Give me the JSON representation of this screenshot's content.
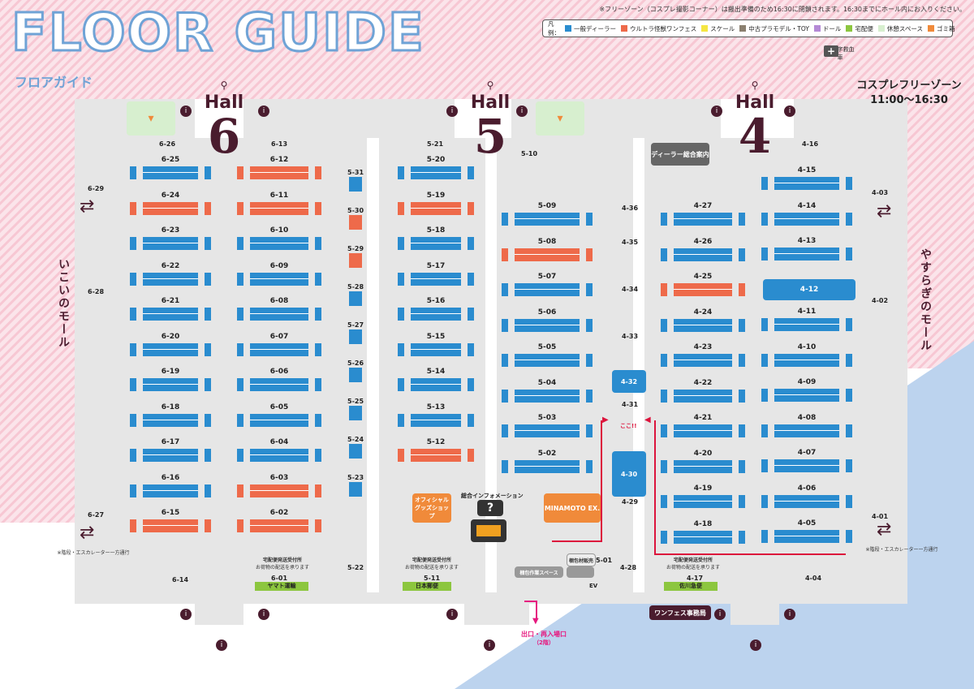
{
  "header": {
    "title": "FLOOR GUIDE",
    "subtitle": "フロアガイド",
    "notice": "※フリーゾーン（コスプレ撮影コーナー）は搬出準備のため16:30に閉鎖されます。16:30までにホール内にお入りください。",
    "legend_label": "凡例：",
    "legend": [
      {
        "label": "一般ディーラー",
        "color": "#2a8ccf"
      },
      {
        "label": "ウルトラ怪獣ワンフェス",
        "color": "#ee6a4a"
      },
      {
        "label": "スケール",
        "color": "#f5e642"
      },
      {
        "label": "中古プラモデル・TOY",
        "color": "#8b8070"
      },
      {
        "label": "ドール",
        "color": "#b58ad6"
      },
      {
        "label": "宅配便",
        "color": "#8cc63f"
      },
      {
        "label": "休憩スペース",
        "color": "#d7efcf"
      },
      {
        "label": "ゴミ箱",
        "color": "#f08a3a"
      }
    ],
    "red_cross": "赤十字救血車",
    "free_zone": "コスプレフリーゾーン",
    "free_zone_time": "11:00〜16:30"
  },
  "halls": [
    {
      "word": "Hall",
      "number": "6"
    },
    {
      "word": "Hall",
      "number": "5"
    },
    {
      "word": "Hall",
      "number": "4"
    }
  ],
  "side_labels": {
    "left": "いこいのモール",
    "right": "やすらぎのモール"
  },
  "hall6_blocks": [
    "6-25",
    "6-24",
    "6-23",
    "6-22",
    "6-21",
    "6-20",
    "6-19",
    "6-18",
    "6-17",
    "6-16",
    "6-15"
  ],
  "hall6_blocks_b": [
    "6-12",
    "6-11",
    "6-10",
    "6-09",
    "6-08",
    "6-07",
    "6-06",
    "6-05",
    "6-04",
    "6-03",
    "6-02"
  ],
  "hall5_blocks": [
    "5-20",
    "5-19",
    "5-18",
    "5-17",
    "5-16",
    "5-15",
    "5-14",
    "5-13",
    "5-12"
  ],
  "hall5_blocks_b": [
    "5-09",
    "5-08",
    "5-07",
    "5-06",
    "5-05",
    "5-04",
    "5-03",
    "5-02"
  ],
  "hall4_blocks": [
    "4-27",
    "4-26",
    "4-25",
    "4-24",
    "4-23",
    "4-22",
    "4-21",
    "4-20",
    "4-19",
    "4-18"
  ],
  "hall4_blocks_b": [
    "4-15",
    "4-14",
    "4-13",
    "4-12",
    "4-11",
    "4-10",
    "4-09",
    "4-08",
    "4-07",
    "4-06",
    "4-05"
  ],
  "hall5_small": [
    "5-31",
    "5-30",
    "5-29",
    "5-28",
    "5-27",
    "5-26",
    "5-25",
    "5-24",
    "5-23"
  ],
  "hall4_mid": [
    "4-36",
    "4-35",
    "4-34",
    "4-33",
    "4-32",
    "4-31",
    "4-30",
    "4-29"
  ],
  "misc_labels": {
    "b629": "6-29",
    "b628": "6-28",
    "b627": "6-27",
    "b626": "6-26",
    "b613": "6-13",
    "b614": "6-14",
    "b601": "6-01",
    "b521": "5-21",
    "b510": "5-10",
    "b522": "5-22",
    "b511": "5-11",
    "b501": "5-01",
    "b416": "4-16",
    "b403": "4-03",
    "b402": "4-02",
    "b401": "4-01",
    "b428": "4-28",
    "b417": "4-17",
    "b404": "4-04"
  },
  "facilities": {
    "dealer_info": "ディーラー総合案内",
    "official_shop": "オフィシャルグッズショップ",
    "general_info": "総合インフォメーション",
    "minamoto": "MINAMOTO EX.",
    "koko": "ここ!!",
    "fastener_sales": "梱包材販売",
    "packing_space": "梱包作業スペース",
    "takkyubin": "宅配便発送受付所",
    "takkyubin_sub": "お荷物の配送を承ります",
    "yamato": "ヤマト運輸",
    "nippon": "日本郵便",
    "sagawa": "佐川急便",
    "wonfes_office": "ワンフェス事務局",
    "exit": "出口・再入場口",
    "exit_sub": "（2階）",
    "escalator_note": "※階段・エスカレーター一方通行",
    "ev": "EV"
  }
}
